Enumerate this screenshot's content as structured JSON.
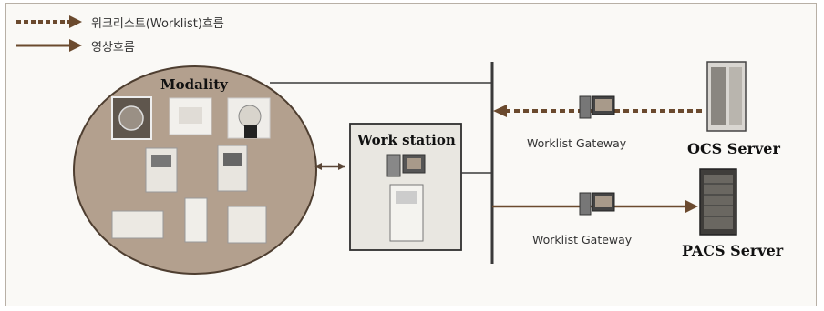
{
  "legend": {
    "worklist_flow": "워크리스트(Worklist)흐름",
    "image_flow": "영상흐름"
  },
  "modality": {
    "title": "Modality"
  },
  "workstation": {
    "title": "Work station"
  },
  "gateways": {
    "upper_label": "Worklist Gateway",
    "lower_label": "Worklist Gateway"
  },
  "servers": {
    "ocs": "OCS Server",
    "pacs": "PACS Server"
  },
  "colors": {
    "arrow": "#6b4a2e",
    "circle_fill": "#b3a08e",
    "circle_stroke": "#4e3e30",
    "line": "#3a3a3a"
  }
}
